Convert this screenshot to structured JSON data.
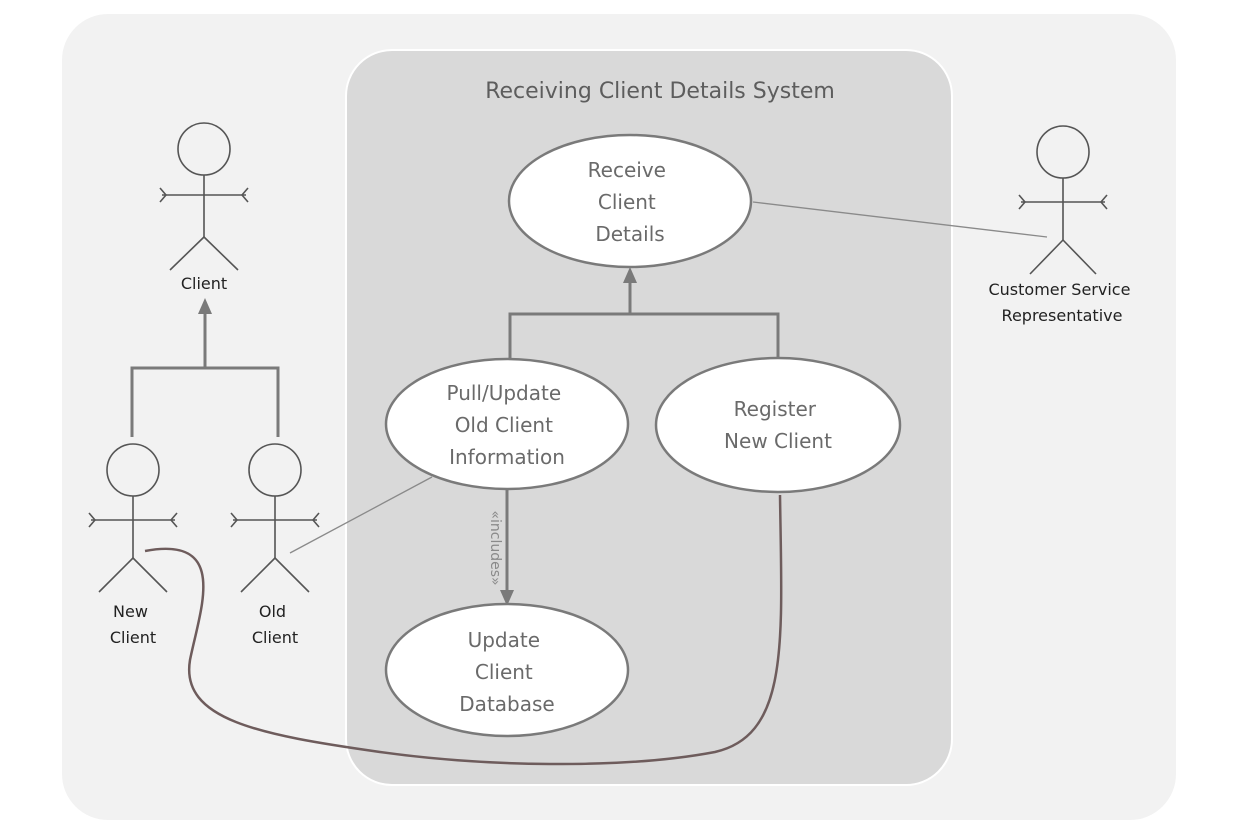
{
  "system": {
    "title": "Receiving Client Details System"
  },
  "use_cases": {
    "receive": [
      "Receive",
      "Client",
      "Details"
    ],
    "pull_update": [
      "Pull/Update",
      "Old Client",
      "Information"
    ],
    "register": [
      "Register",
      "New Client"
    ],
    "update_db": [
      "Update",
      "Client",
      "Database"
    ]
  },
  "actors": {
    "client": [
      "Client"
    ],
    "new_client": [
      "New",
      "Client"
    ],
    "old_client": [
      "Old",
      "Client"
    ],
    "csr": [
      "Customer Service",
      "Representative"
    ]
  },
  "relationships": {
    "includes_label": "«includes»"
  },
  "colors": {
    "outer_bg": "#f2f2f2",
    "system_bg": "#d9d9d9",
    "stroke": "#757575",
    "curve": "#6e5c5c"
  }
}
